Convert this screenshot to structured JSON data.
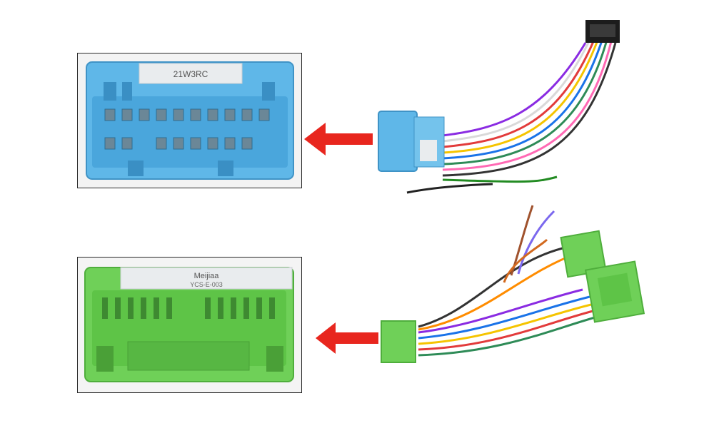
{
  "photo": {
    "colors": {
      "blue_connector": "#5fb7e8",
      "green_connector": "#6fd058",
      "arrow": "#e8261e",
      "frame": "#2a2a2a"
    },
    "top_connector": {
      "label_text": "21W3RC"
    },
    "bottom_connector": {
      "label_text": "Meijiaa",
      "label_subtext": "YCS-E-003"
    }
  }
}
